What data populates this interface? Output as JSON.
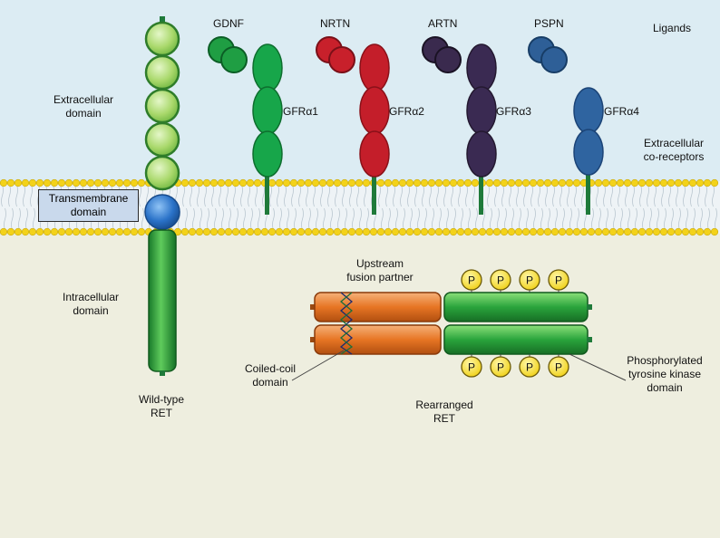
{
  "labels": {
    "ligands": "Ligands",
    "gdnf": "GDNF",
    "nrtn": "NRTN",
    "artn": "ARTN",
    "pspn": "PSPN",
    "gfra1": "GFRα1",
    "gfra2": "GFRα2",
    "gfra3": "GFRα3",
    "gfra4": "GFRα4",
    "extracellular_domain_1": "Extracellular",
    "extracellular_domain_2": "domain",
    "extracellular_coreceptors_1": "Extracellular",
    "extracellular_coreceptors_2": "co-receptors",
    "transmembrane_1": "Transmembrane",
    "transmembrane_2": "domain",
    "intracellular_1": "Intracellular",
    "intracellular_2": "domain",
    "wildtype_1": "Wild-type",
    "wildtype_2": "RET",
    "upstream_1": "Upstream",
    "upstream_2": "fusion partner",
    "coiled_coil_1": "Coiled-coil",
    "coiled_coil_2": "domain",
    "rearranged_1": "Rearranged",
    "rearranged_2": "RET",
    "phospho_1": "Phosphorylated",
    "phospho_2": "tyrosine kinase",
    "phospho_3": "domain",
    "p": "P"
  },
  "colors": {
    "extracellular_bg": "#dcecf3",
    "intracellular_bg": "#eeeedf",
    "membrane_head": "#f3d21a",
    "gdnf": "#1f9e43",
    "gfra1": "#17a64a",
    "nrtn": "#c8202b",
    "gfra2": "#c41e2a",
    "artn": "#3a2a4e",
    "gfra3": "#3a2a52",
    "pspn": "#2e5f97",
    "gfra4": "#2f64a0",
    "ret_ext_domain": "#a9d86b",
    "ret_tm": "#2a72c8",
    "ret_kinase": "#27a03a",
    "fusion_partner": "#e77524",
    "phospho": "#f4df1c"
  }
}
